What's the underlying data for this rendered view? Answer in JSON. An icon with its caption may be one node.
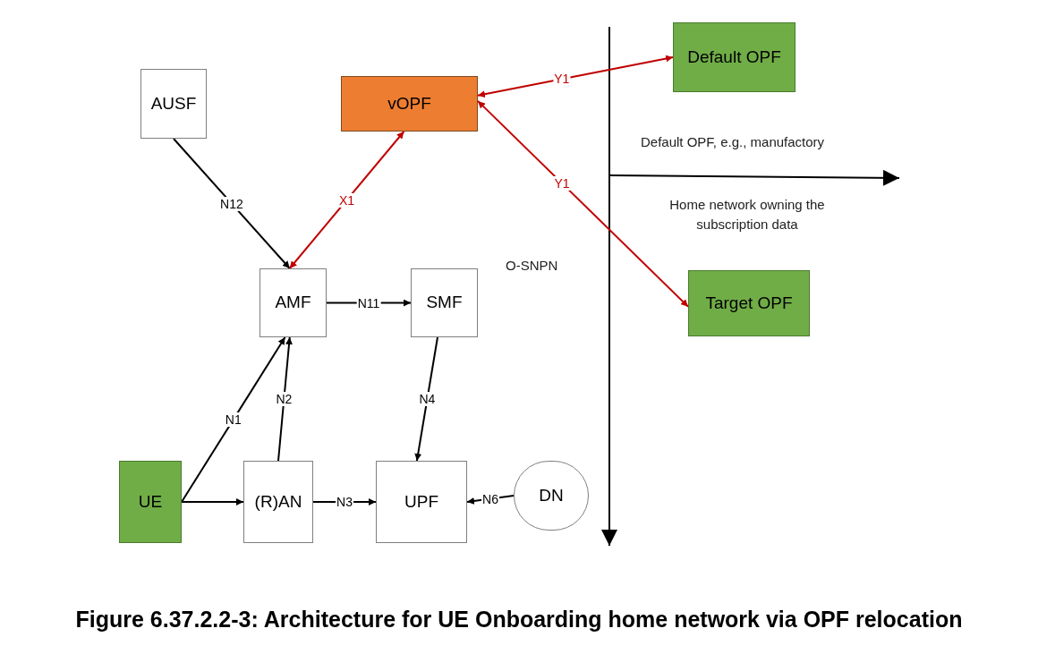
{
  "diagram": {
    "caption": "Figure 6.37.2.2-3: Architecture for UE Onboarding home network via OPF relocation",
    "nodes": [
      {
        "text": [
          "AUSF"
        ]
      },
      {
        "text": [
          "vOPF"
        ]
      },
      {
        "text": [
          "Default OPF"
        ]
      },
      {
        "text": [
          "AMF"
        ]
      },
      {
        "text": [
          "SMF"
        ]
      },
      {
        "text": [
          "Target OPF"
        ]
      },
      {
        "text": [
          "UE"
        ]
      },
      {
        "text": [
          "(R)AN"
        ]
      },
      {
        "text": [
          "UPF"
        ]
      },
      {
        "text": [
          "DN"
        ]
      }
    ],
    "edges": [
      {
        "from": 0,
        "to": 3,
        "arrow": "to",
        "label": "N12"
      },
      {
        "from": 3,
        "to": 1,
        "arrow": "both",
        "label": "X1",
        "color": "#c00000"
      },
      {
        "from": 1,
        "to": 2,
        "arrow": "both",
        "label": "Y1",
        "color": "#c00000"
      },
      {
        "from": 1,
        "to": 5,
        "arrow": "both",
        "label": "Y1",
        "color": "#c00000"
      },
      {
        "from": 3,
        "to": 4,
        "arrow": "to",
        "label": "N11"
      },
      {
        "from": 4,
        "to": 8,
        "arrow": "to",
        "label": "N4"
      },
      {
        "from": 6,
        "to": 3,
        "arrow": "to",
        "label": "N1"
      },
      {
        "from": 7,
        "to": 3,
        "arrow": "to",
        "label": "N2"
      },
      {
        "from": 6,
        "to": 7,
        "arrow": "to"
      },
      {
        "from": 7,
        "to": 8,
        "arrow": "to",
        "label": "N3"
      },
      {
        "from": 9,
        "to": 8,
        "arrow": "to",
        "label": "N6"
      }
    ],
    "labels": [
      "Default OPF, e.g., manufactory",
      "Home network owning the subscription data",
      "O-SNPN"
    ]
  }
}
